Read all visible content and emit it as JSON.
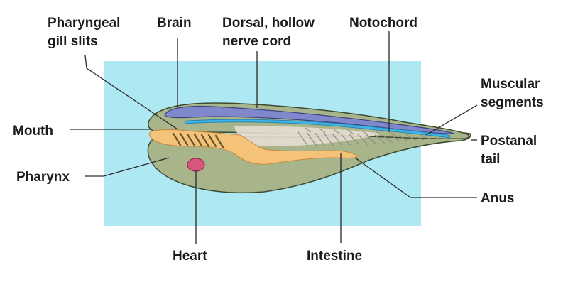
{
  "labels": {
    "pharyngeal_gill_slits": [
      "Pharyngeal",
      "gill slits"
    ],
    "brain": "Brain",
    "dorsal_hollow_nerve_cord": [
      "Dorsal, hollow",
      "nerve cord"
    ],
    "notochord": "Notochord",
    "muscular_segments": [
      "Muscular",
      "segments"
    ],
    "mouth": "Mouth",
    "postanal_tail": [
      "Postanal",
      "tail"
    ],
    "pharynx": "Pharynx",
    "anus": "Anus",
    "heart": "Heart",
    "intestine": "Intestine"
  },
  "colors": {
    "background_panel": "#aee8f3",
    "body": "#a8b58a",
    "body_outline": "#3e4a30",
    "brain_nerve_cord": "#8088cc",
    "notochord": "#3bb5e8",
    "pharynx_intestine": "#f5c27a",
    "heart": "#d8557e",
    "muscle_segments": "#8e8e86"
  }
}
